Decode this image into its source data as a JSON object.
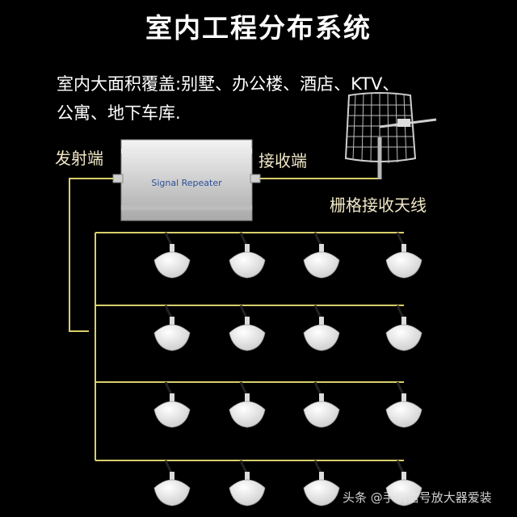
{
  "title": "室内工程分布系统",
  "description": {
    "line1": "室内大面积覆盖:别墅、办公楼、酒店、KTV、",
    "line2": "公寓、地下车库."
  },
  "labels": {
    "transmit_end": "发射端",
    "receive_end": "接收端",
    "grid_antenna": "栅格接收天线"
  },
  "repeater": {
    "label": "Signal Repeater"
  },
  "antenna_grid": {
    "rows": 4,
    "cols": 4
  },
  "watermark": "头条 @手机信号放大器爱装",
  "colors": {
    "cable": "#d8cf6a",
    "background": "#000000",
    "antenna": "#f4f4f4"
  }
}
